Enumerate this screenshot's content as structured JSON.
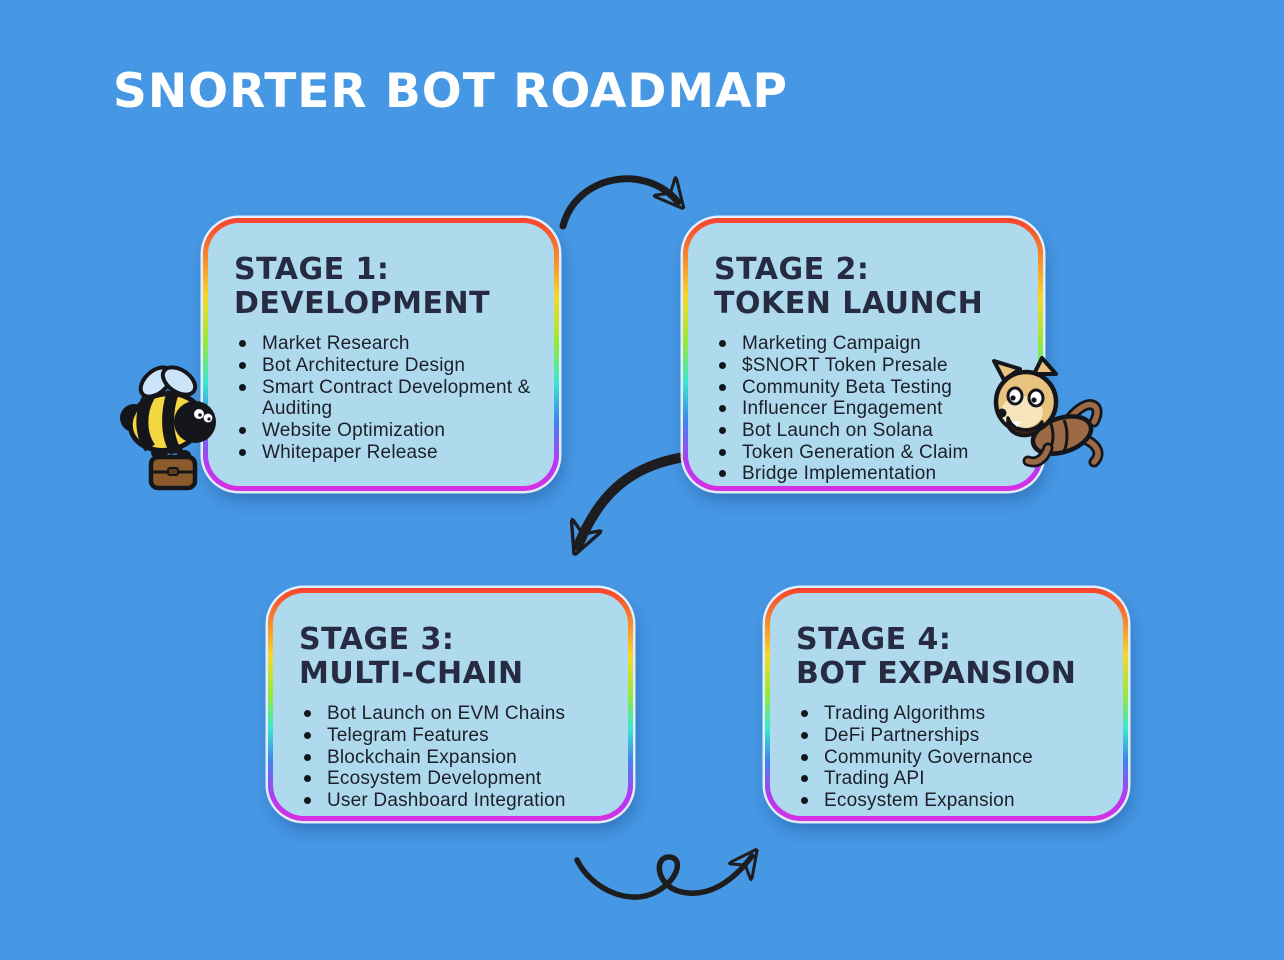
{
  "title": "SNORTER BOT ROADMAP",
  "colors": {
    "background": "#4697E4",
    "card_background": "#AFDAEE",
    "heading_text": "#262B42",
    "body_text": "#1d1f29",
    "title_text": "#FFFFFF",
    "arrow": "#1d1d1f",
    "rainbow_border": [
      "#f8422e",
      "#f8812b",
      "#f6d829",
      "#93e93c",
      "#3be8cf",
      "#3f85ef",
      "#b837f3",
      "#d92fe2"
    ]
  },
  "stages": [
    {
      "title_line1": "STAGE 1:",
      "title_line2": "DEVELOPMENT",
      "items": [
        "Market Research",
        "Bot Architecture Design",
        "Smart Contract Development & Auditing",
        "Website Optimization",
        "Whitepaper Release"
      ]
    },
    {
      "title_line1": "STAGE 2:",
      "title_line2": "TOKEN LAUNCH",
      "items": [
        "Marketing Campaign",
        "$SNORT Token Presale",
        "Community Beta Testing",
        "Influencer Engagement",
        "Bot Launch on Solana",
        "Token Generation & Claim",
        "Bridge Implementation"
      ]
    },
    {
      "title_line1": "STAGE 3:",
      "title_line2": "MULTI-CHAIN",
      "items": [
        "Bot Launch on EVM Chains",
        "Telegram Features",
        "Blockchain Expansion",
        "Ecosystem Development",
        "User Dashboard Integration"
      ]
    },
    {
      "title_line1": "STAGE 4:",
      "title_line2": "BOT EXPANSION",
      "items": [
        "Trading Algorithms",
        "DeFi Partnerships",
        "Community Governance",
        "Trading API",
        "Ecosystem Expansion"
      ]
    }
  ],
  "mascots": {
    "left": "bee-with-briefcase",
    "right": "doge-headed-aardvark"
  }
}
